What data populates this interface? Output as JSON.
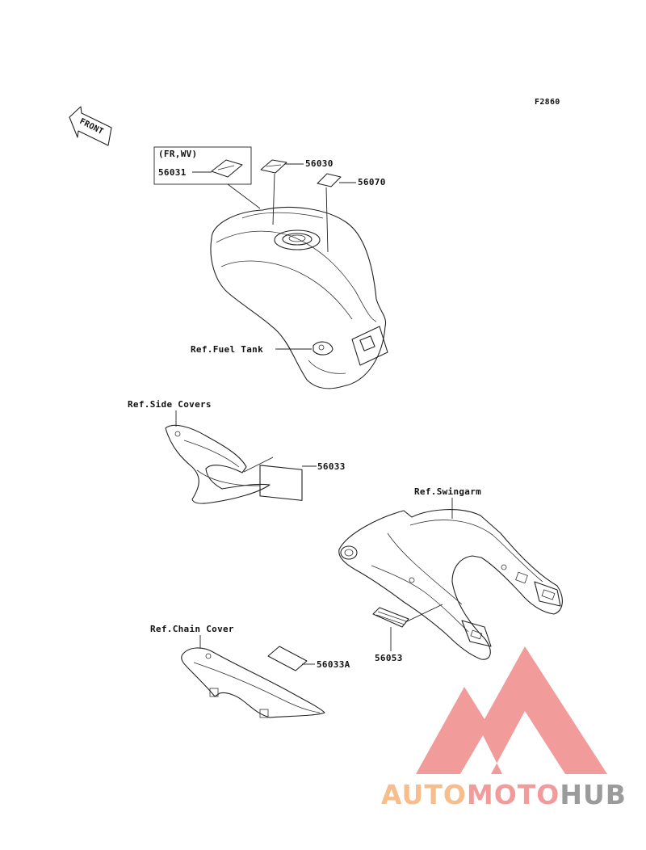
{
  "figure_code": "F2860",
  "front_label": "FRONT",
  "region_note": "(FR,WV)",
  "parts": {
    "p56031": "56031",
    "p56030": "56030",
    "p56070": "56070",
    "p56033": "56033",
    "p56053": "56053",
    "p56033A": "56033A"
  },
  "refs": {
    "fuel_tank": "Ref.Fuel Tank",
    "side_covers": "Ref.Side Covers",
    "swingarm": "Ref.Swingarm",
    "chain_cover": "Ref.Chain Cover"
  },
  "watermark": {
    "part1": "AUTO",
    "part2": "MOTO",
    "part3": "HUB",
    "color_orange": "#f5b27a",
    "color_pink": "#f08a8a",
    "color_gray": "#8a8a8a"
  }
}
